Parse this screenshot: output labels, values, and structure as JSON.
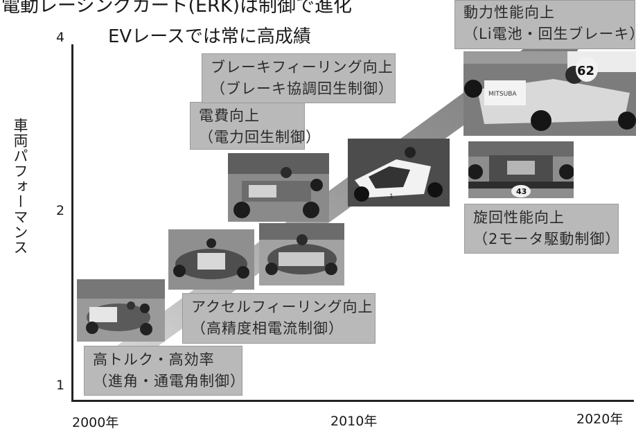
{
  "title": "電動レーシングカート(ERK)は制御で進化",
  "subtitle": "EVレースでは常に高成績",
  "y_axis": {
    "label": "車両パフォーマンス",
    "ticks": [
      "4",
      "2",
      "1"
    ]
  },
  "x_axis": {
    "ticks": [
      "2000年",
      "2010年",
      "2020年"
    ]
  },
  "milestones": [
    {
      "line1": "高トルク・高効率",
      "line2": "（進角・通電角制御）"
    },
    {
      "line1": "アクセルフィーリング向上",
      "line2": "（高精度相電流制御）"
    },
    {
      "line1": "電費向上",
      "line2": "（電力回生制御）"
    },
    {
      "line1": "ブレーキフィーリング向上",
      "line2": "（ブレーキ協調回生制御）"
    },
    {
      "line1": "旋回性能向上",
      "line2": "（2モータ駆動制御）"
    },
    {
      "line1": "動力性能向上",
      "line2": "（Li電池・回生ブレーキ）"
    }
  ],
  "photo_labels": {
    "mitsuba": "MITSUBA",
    "kart_number_62": "62",
    "kart_number_43": "43",
    "kart_number_1": "1"
  }
}
